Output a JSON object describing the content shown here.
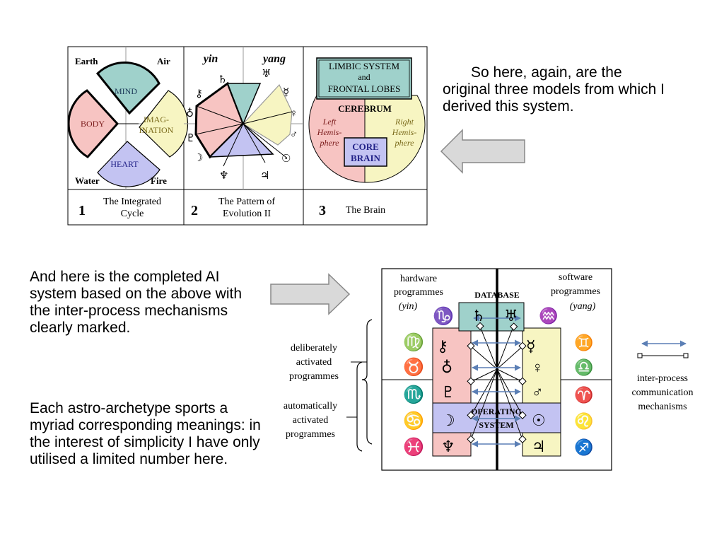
{
  "top_text": "So here, again, are the original three models from which I derived this system.",
  "left_text_1": "And here is the completed AI system based on the above with the inter-process mechanisms clearly marked.",
  "left_text_2": "Each astro-archetype sports a myriad corresponding meanings: in the interest of simplicity I have only utilised a limited number here.",
  "models": {
    "m1": {
      "number": "1",
      "caption_lines": [
        "The Integrated",
        "Cycle"
      ],
      "corners": {
        "earth": "Earth",
        "air": "Air",
        "water": "Water",
        "fire": "Fire"
      },
      "mind": "MIND",
      "body": "BODY",
      "heart": "HEART",
      "imagination_lines": [
        "IMAG-",
        "INATION"
      ]
    },
    "m2": {
      "number": "2",
      "caption_lines": [
        "The Pattern of",
        "Evolution II"
      ],
      "yin": "yin",
      "yang": "yang"
    },
    "m3": {
      "number": "3",
      "caption": "The Brain",
      "limbic_lines": [
        "LIMBIC SYSTEM",
        "and",
        "FRONTAL LOBES"
      ],
      "cerebrum": "CEREBRUM",
      "left_lines": [
        "Left",
        "Hemis-",
        "phere"
      ],
      "right_lines": [
        "Right",
        "Hemis-",
        "phere"
      ],
      "core_lines": [
        "CORE",
        "BRAIN"
      ]
    }
  },
  "system": {
    "hardware_lines": [
      "hardware",
      "programmes",
      "(yin)"
    ],
    "software_lines": [
      "software",
      "programmes",
      "(yang)"
    ],
    "database": "DATABASE",
    "os_lines": [
      "OPERATING",
      "SYSTEM"
    ],
    "deliberate_lines": [
      "deliberately",
      "activated",
      "programmes"
    ],
    "automatic_lines": [
      "automatically",
      "activated",
      "programmes"
    ],
    "legend_lines": [
      "inter-process",
      "communication",
      "mechanisms"
    ]
  },
  "colors": {
    "mind": "#9fd1cb",
    "body": "#f7c4c2",
    "heart": "#c3c3f2",
    "imagination": "#f7f5c2",
    "arrow_fill": "#d9d9d9",
    "comm_arrow": "#5b7fb5"
  }
}
